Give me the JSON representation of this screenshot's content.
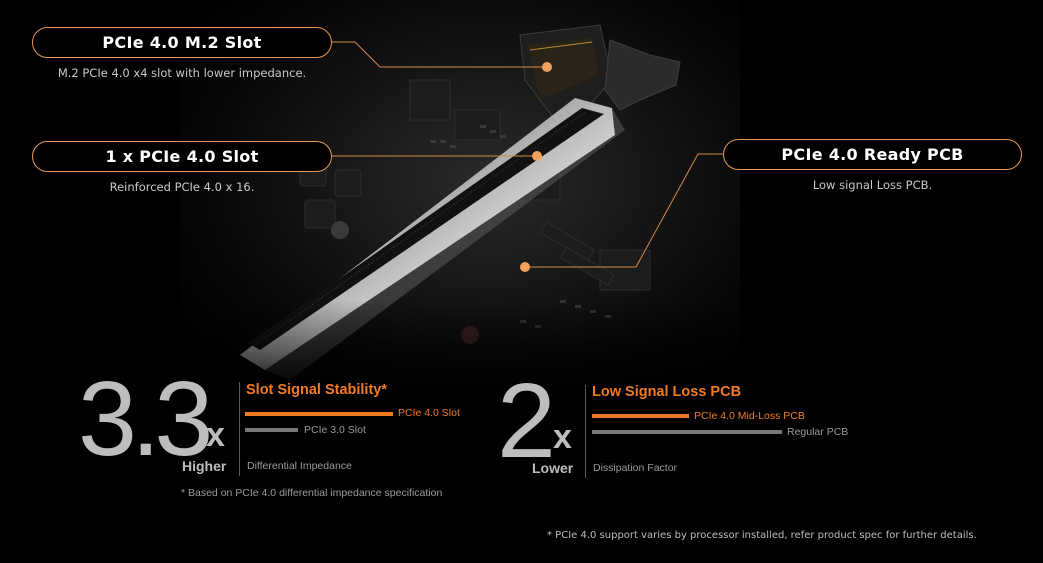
{
  "colors": {
    "accent_orange": "#f07a24",
    "callout_border": "#e49a56",
    "dot": "#f2a15a",
    "bar_gray": "#777777",
    "text_gray": "#bdbdbd"
  },
  "callouts": [
    {
      "title": "PCIe 4.0 M.2 Slot",
      "description": "M.2 PCIe 4.0 x4 slot with lower impedance."
    },
    {
      "title": "1 x PCIe 4.0 Slot",
      "description": "Reinforced PCIe 4.0 x 16."
    },
    {
      "title": "PCIe 4.0 Ready PCB",
      "description": "Low signal Loss PCB."
    }
  ],
  "stats": [
    {
      "big_number": "3.3",
      "suffix": "x",
      "qualifier": "Higher",
      "title": "Slot Signal Stability*",
      "bars": [
        {
          "label": "PCIe 4.0 Slot",
          "color": "#f07a24"
        },
        {
          "label": "PCIe 3.0 Slot",
          "color": "#777777"
        }
      ],
      "metric": "Differential Impedance",
      "footnote": "* Based on PCIe 4.0 differential impedance specification"
    },
    {
      "big_number": "2",
      "suffix": "x",
      "qualifier": "Lower",
      "title": "Low Signal Loss PCB",
      "bars": [
        {
          "label": "PCIe 4.0  Mid-Loss PCB",
          "color": "#f07a24"
        },
        {
          "label": "Regular PCB",
          "color": "#777777"
        }
      ],
      "metric": "Dissipation Factor"
    }
  ],
  "disclaimer": "* PCIe 4.0 support varies by processor installed, refer product spec for further details."
}
